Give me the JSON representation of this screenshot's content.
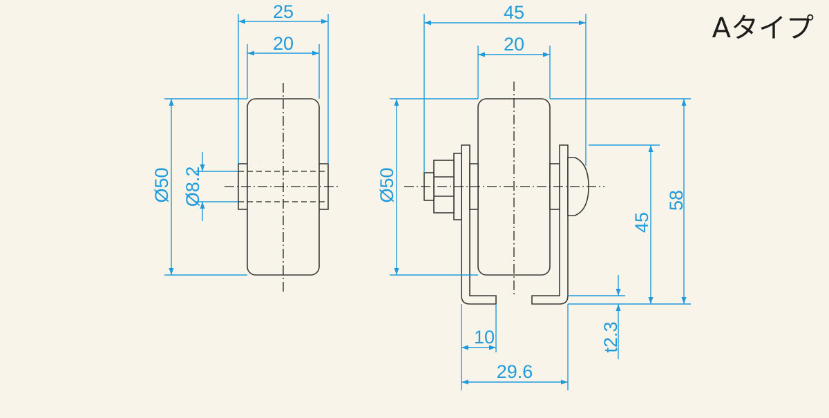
{
  "diagram": {
    "title": "Aタイプ",
    "colors": {
      "dimension": "#1f9bdc",
      "outline": "#3a3a3a",
      "background": "#f8f4ea"
    },
    "left_view": {
      "width_overall": "25",
      "width_wheel": "20",
      "diameter_wheel": "Ø50",
      "diameter_axle": "Ø8.2"
    },
    "right_view": {
      "width_overall": "45",
      "width_wheel": "20",
      "diameter_wheel": "Ø50",
      "height_axle": "45",
      "height_total": "58",
      "flange": "10",
      "base_width": "29.6",
      "thickness": "t2.3"
    }
  }
}
